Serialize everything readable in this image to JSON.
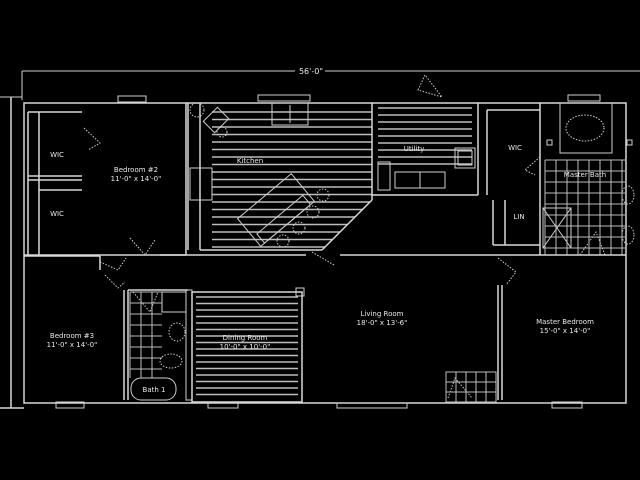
{
  "plan": {
    "overall_width": "56'-0\"",
    "rooms": [
      {
        "id": "bedroom-2",
        "name": "Bedroom #2",
        "size": "11'-0\" x 14'-0\""
      },
      {
        "id": "wic-upper",
        "name": "WIC",
        "size": ""
      },
      {
        "id": "wic-lower",
        "name": "WIC",
        "size": ""
      },
      {
        "id": "kitchen",
        "name": "Kitchen",
        "size": ""
      },
      {
        "id": "utility",
        "name": "Utility",
        "size": ""
      },
      {
        "id": "wic-master",
        "name": "WIC",
        "size": ""
      },
      {
        "id": "master-bath",
        "name": "Master Bath",
        "size": ""
      },
      {
        "id": "linen",
        "name": "LIN",
        "size": ""
      },
      {
        "id": "bedroom-3",
        "name": "Bedroom #3",
        "size": "11'-0\" x 14'-0\""
      },
      {
        "id": "dining-room",
        "name": "Dining Room",
        "size": "10'-0\" x 10'-0\""
      },
      {
        "id": "bath-1",
        "name": "Bath 1",
        "size": ""
      },
      {
        "id": "living-room",
        "name": "Living Room",
        "size": "18'-0\" x 13'-6\""
      },
      {
        "id": "master-bedroom",
        "name": "Master Bedroom",
        "size": "15'-0\" x 14'-0\""
      }
    ]
  }
}
